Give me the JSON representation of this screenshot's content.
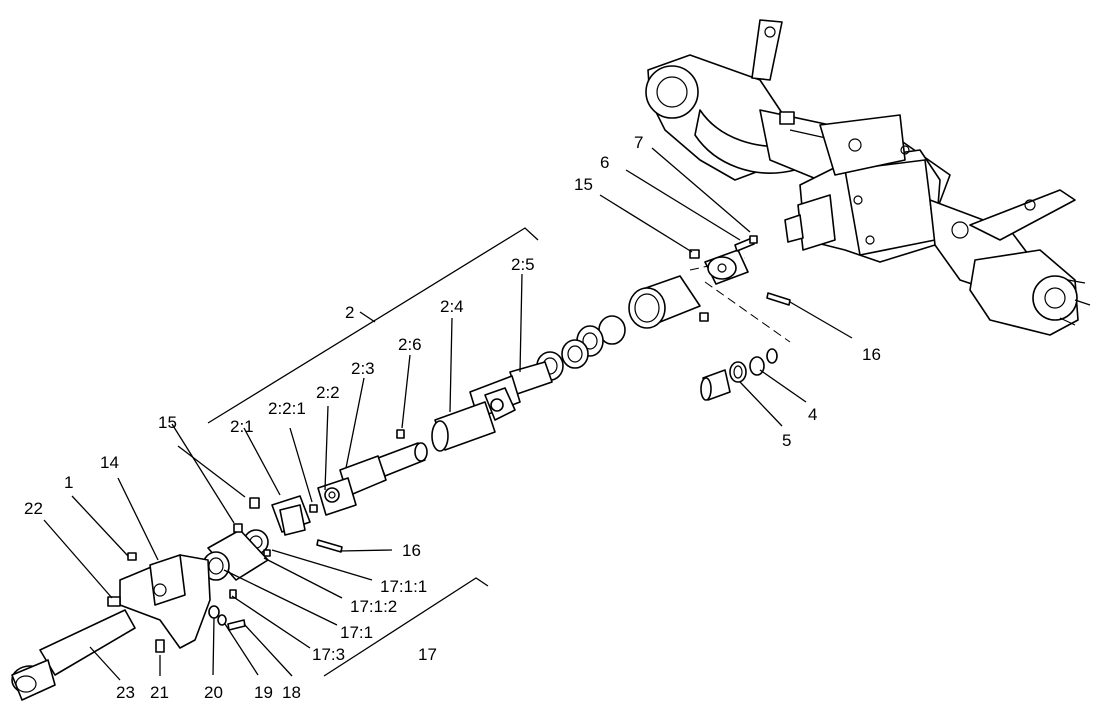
{
  "diagram": {
    "labels": {
      "l1": "1",
      "l2": "2",
      "l2_1": "2:1",
      "l2_2": "2:2",
      "l2_2_1": "2:2:1",
      "l2_3": "2:3",
      "l2_4": "2:4",
      "l2_5": "2:5",
      "l2_6": "2:6",
      "l4": "4",
      "l5": "5",
      "l6": "6",
      "l7": "7",
      "l14": "14",
      "l15a": "15",
      "l15b": "15",
      "l16a": "16",
      "l16b": "16",
      "l17": "17",
      "l17_1": "17:1",
      "l17_1_1": "17:1:1",
      "l17_1_2": "17:1:2",
      "l17_3": "17:3",
      "l18": "18",
      "l19": "19",
      "l20": "20",
      "l21": "21",
      "l22": "22",
      "l23": "23"
    }
  }
}
